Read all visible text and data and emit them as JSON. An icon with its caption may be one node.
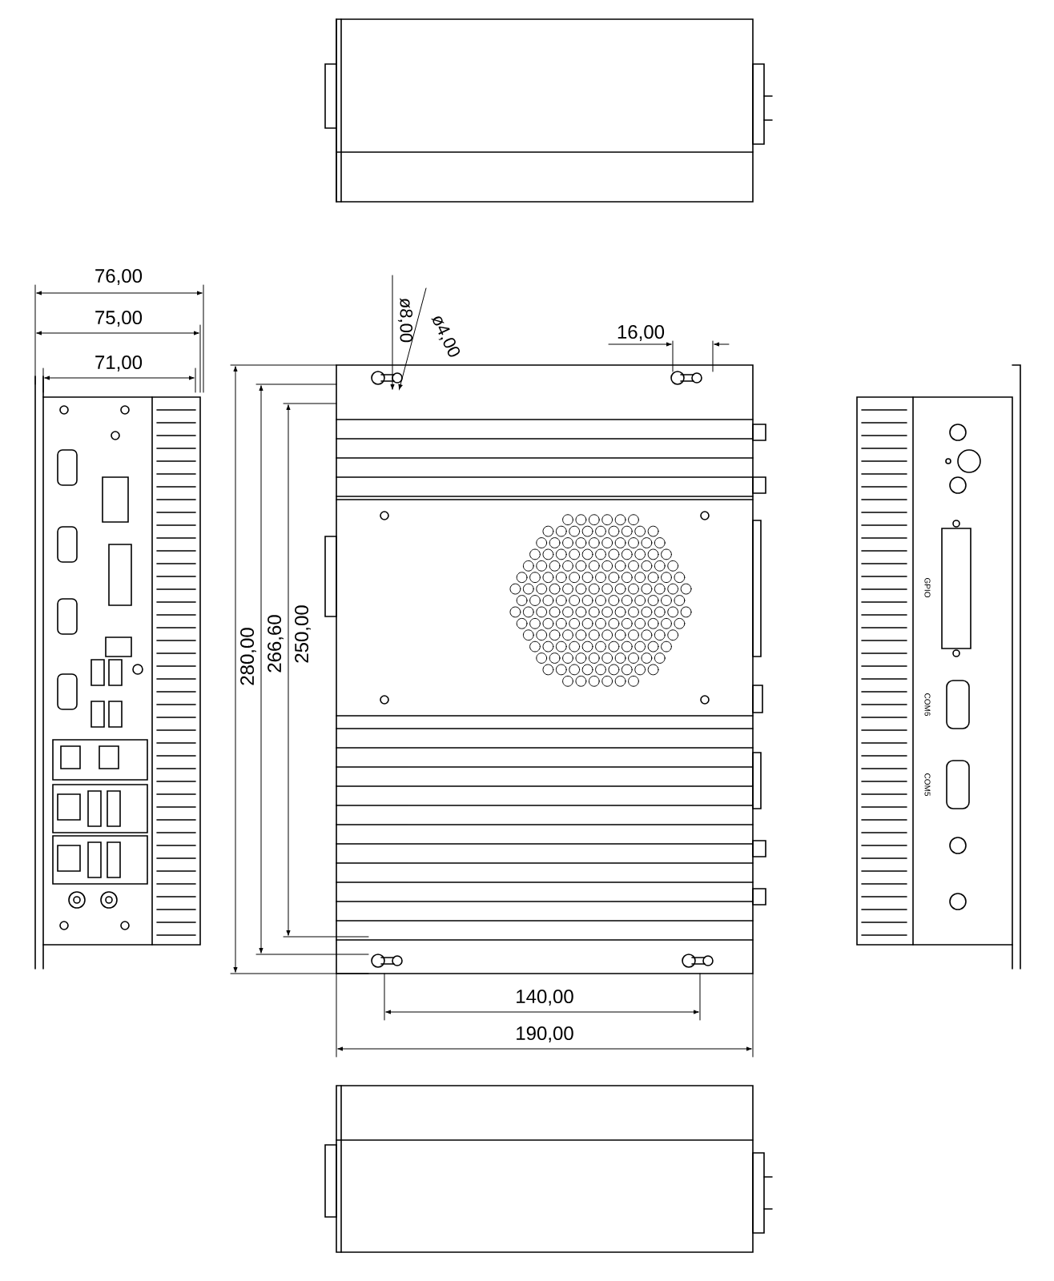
{
  "diagram": {
    "labels": [
      "76,00",
      "75,00",
      "71,00",
      "ø8,00",
      "ø4,00",
      "16,00",
      "280,00",
      "266,60",
      "250,00",
      "GPIO",
      "COM6",
      "COM5",
      "140,00",
      "190,00"
    ]
  }
}
